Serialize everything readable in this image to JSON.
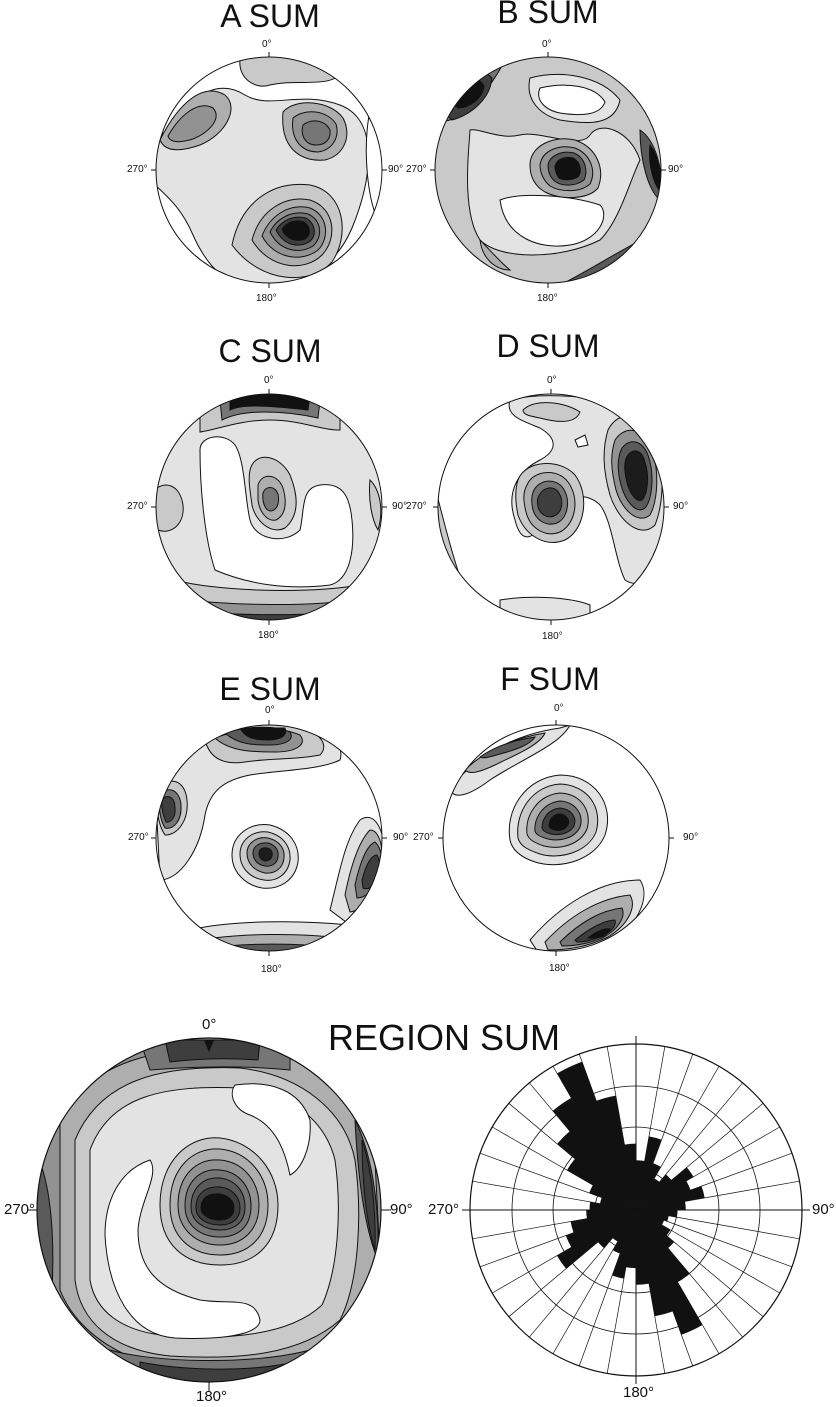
{
  "nets": [
    {
      "id": "A",
      "title": "A SUM",
      "labels": {
        "n": "0°",
        "e": "90°",
        "s": "180°",
        "w": "270°"
      }
    },
    {
      "id": "B",
      "title": "B SUM",
      "labels": {
        "n": "0°",
        "e": "90°",
        "s": "180°",
        "w": "270°"
      }
    },
    {
      "id": "C",
      "title": "C SUM",
      "labels": {
        "n": "0°",
        "e": "90°",
        "s": "180°",
        "w": "270°"
      }
    },
    {
      "id": "D",
      "title": "D SUM",
      "labels": {
        "n": "0°",
        "e": "90°",
        "s": "180°",
        "w": "270°"
      }
    },
    {
      "id": "E",
      "title": "E SUM",
      "labels": {
        "n": "0°",
        "e": "90°",
        "s": "180°",
        "w": "270°"
      }
    },
    {
      "id": "F",
      "title": "F SUM",
      "labels": {
        "n": "0°",
        "e": "90°",
        "s": "180°",
        "w": "270°"
      }
    }
  ],
  "region": {
    "title": "REGION SUM",
    "contour_labels": {
      "n": "0°",
      "e": "90°",
      "s": "180°",
      "w": "270°"
    },
    "rose_labels": {
      "n": "0°",
      "e": "90°",
      "s": "180°",
      "w": "270°"
    }
  },
  "rose": {
    "bin_width_deg": 10,
    "petals_deg": [
      0,
      10,
      20,
      30,
      40,
      50,
      60,
      70,
      80,
      90,
      100,
      110,
      120,
      130,
      140,
      150,
      160,
      170,
      180,
      190,
      200,
      210,
      220,
      230,
      240,
      250,
      260,
      270,
      280,
      290,
      300,
      310,
      320,
      330,
      340,
      350
    ],
    "petals_rel": [
      0.3,
      0.45,
      0.3,
      0.22,
      0.28,
      0.4,
      0.35,
      0.42,
      0.3,
      0.25,
      0.2,
      0.18,
      0.24,
      0.3,
      0.5,
      0.8,
      0.65,
      0.45,
      0.35,
      0.42,
      0.28,
      0.22,
      0.3,
      0.55,
      0.45,
      0.4,
      0.3,
      0.28,
      0.22,
      0.3,
      0.48,
      0.62,
      0.78,
      0.95,
      0.7,
      0.4
    ]
  },
  "colors": {
    "line": "#111111",
    "c0": "#ffffff",
    "c1": "#e4e4e4",
    "c2": "#c9c9c9",
    "c3": "#aeaeae",
    "c4": "#929292",
    "c5": "#767676",
    "c6": "#5a5a5a",
    "c7": "#3e3e3e",
    "c8": "#1c1c1c"
  }
}
